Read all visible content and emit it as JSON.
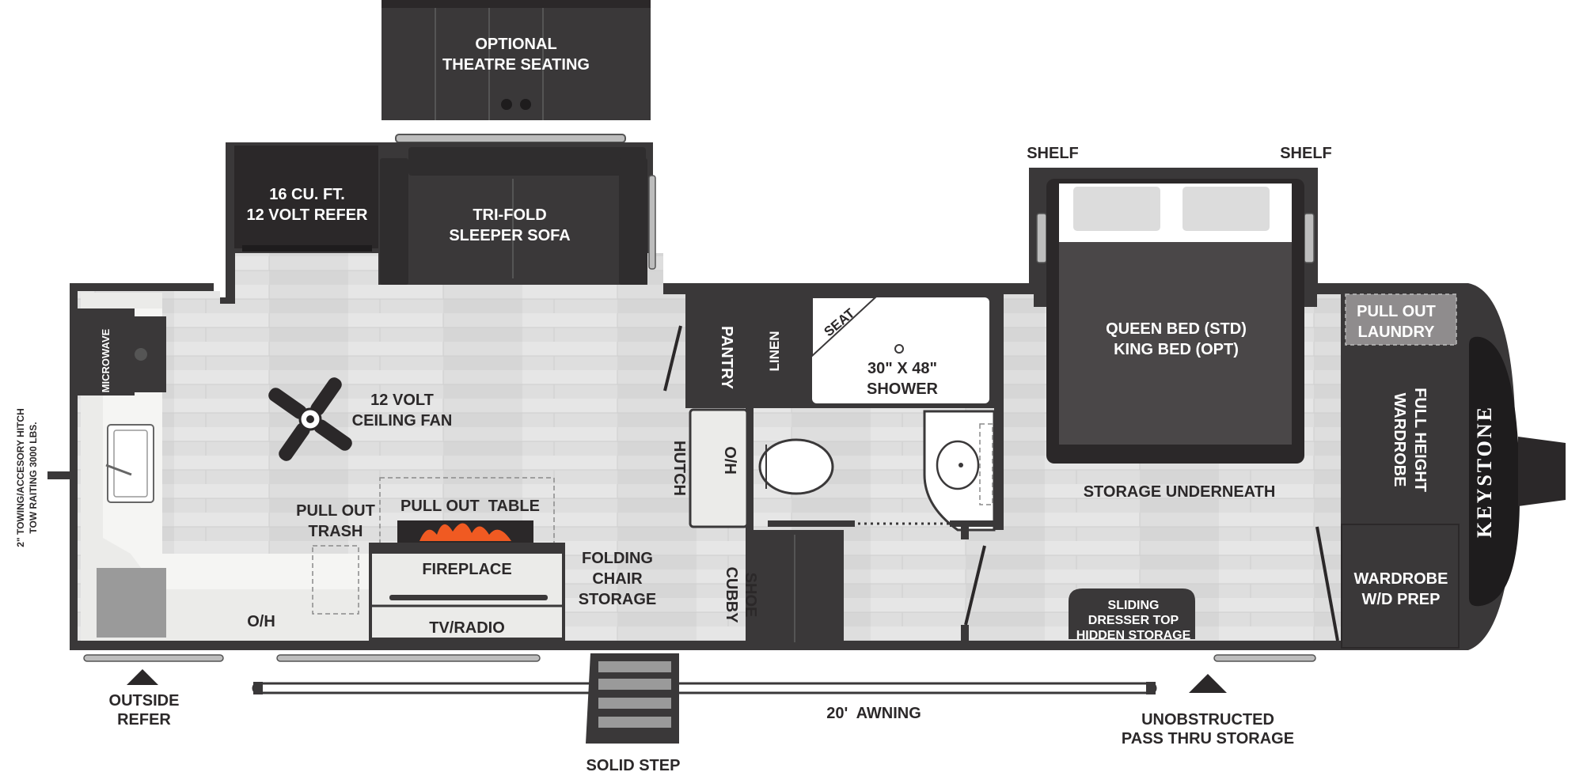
{
  "brand": "KEYSTONE",
  "hitch": {
    "line1": "2\" TOWING/ACCESORY HITCH",
    "line2": "TOW RAITING 3000 LBS."
  },
  "slide_top": {
    "line1": "OPTIONAL",
    "line2": "THEATRE SEATING"
  },
  "refer": {
    "line1": "16 CU. FT.",
    "line2": "12 VOLT REFER"
  },
  "sofa": {
    "line1": "TRI-FOLD",
    "line2": "SLEEPER SOFA"
  },
  "microwave": "MICROWAVE",
  "fan": {
    "line1": "12 VOLT",
    "line2": "CEILING FAN"
  },
  "trash": {
    "line1": "PULL OUT",
    "line2": "TRASH"
  },
  "table": "PULL OUT  TABLE",
  "fireplace": "FIREPLACE",
  "tv": "TV/RADIO",
  "oh_kitchen": "O/H",
  "folding": {
    "line1": "FOLDING",
    "line2": "CHAIR",
    "line3": "STORAGE"
  },
  "pantry": "PANTRY",
  "linen": "LINEN",
  "hutch": "HUTCH",
  "oh_bath": "O/H",
  "shoe": {
    "line1": "SHOE",
    "line2": "CUBBY"
  },
  "seat": "SEAT",
  "shower": {
    "line1": "30\" X 48\"",
    "line2": "SHOWER"
  },
  "shelf_left": "SHELF",
  "shelf_right": "SHELF",
  "bed": {
    "line1": "QUEEN BED (STD)",
    "line2": "KING BED (OPT)"
  },
  "storage_under": "STORAGE UNDERNEATH",
  "dresser": {
    "line1": "SLIDING",
    "line2": "DRESSER TOP",
    "line3": "HIDDEN STORAGE"
  },
  "laundry": {
    "line1": "PULL OUT",
    "line2": "LAUNDRY"
  },
  "wardrobe_full": {
    "line1": "FULL HEIGHT",
    "line2": "WARDROBE"
  },
  "wardrobe_wd": {
    "line1": "WARDROBE",
    "line2": "W/D PREP"
  },
  "outside_refer": {
    "line1": "OUTSIDE",
    "line2": "REFER"
  },
  "awning": "20'  AWNING",
  "solid_step": "SOLID STEP",
  "pass_thru": {
    "line1": "UNOBSTRUCTED",
    "line2": "PASS THRU STORAGE"
  },
  "colors": {
    "dark": "#2b2829",
    "wall": "#3a3839",
    "floor": "#dcdcdc",
    "counter": "#efeeec",
    "flame": "#f05a22",
    "laundry": "#8f8c8d"
  }
}
